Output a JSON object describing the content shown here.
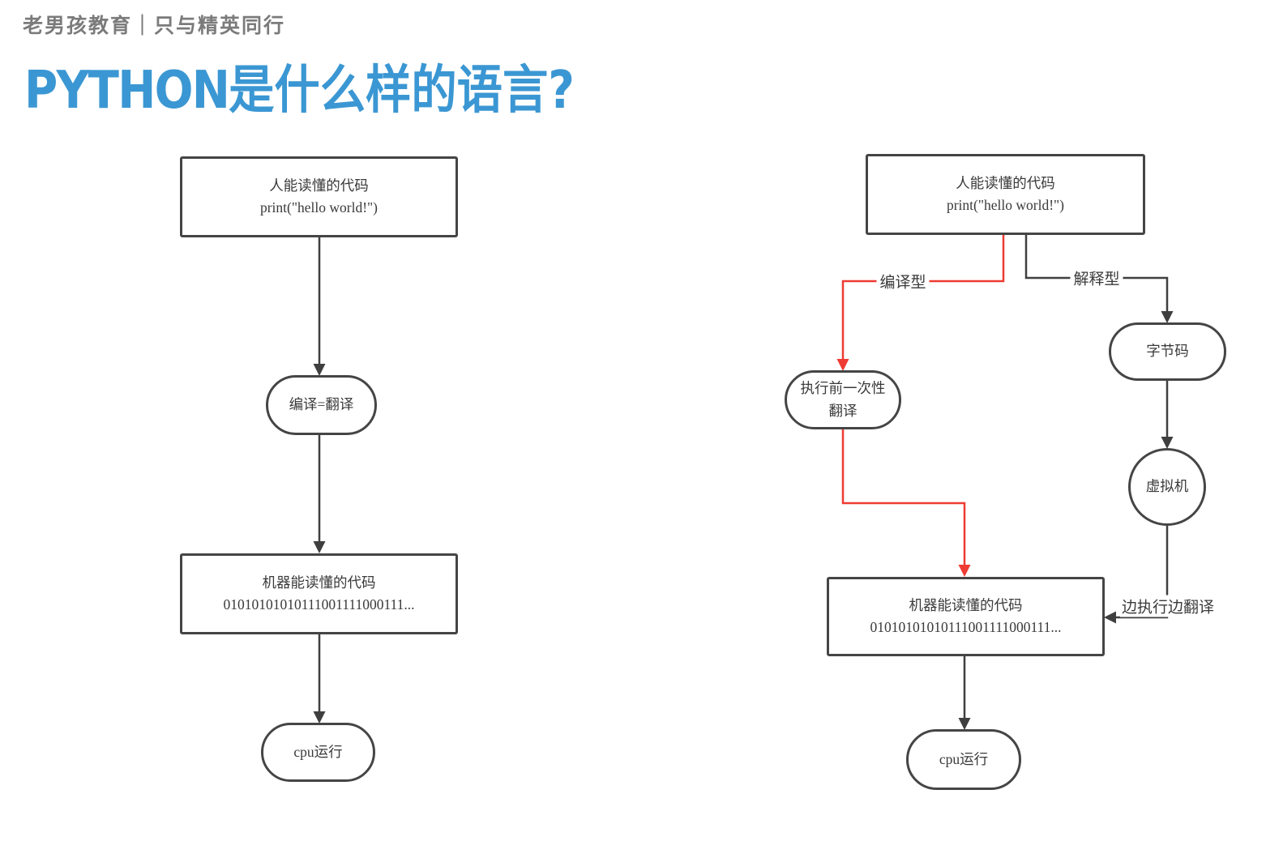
{
  "header": {
    "brand": "老男孩教育｜只与精英同行"
  },
  "title": {
    "latin": "PYTHON",
    "chinese": "是什么样的语言?"
  },
  "colors": {
    "accent_blue": "#3b97d3",
    "line_dark": "#3f3f3f",
    "line_red": "#ee3b33"
  },
  "left_flow": {
    "box_human": {
      "line1": "人能读懂的代码",
      "line2": "print(\"hello world!\")"
    },
    "node_compile": "编译=翻译",
    "box_machine": {
      "line1": "机器能读懂的代码",
      "line2": "01010101010111001111000111..."
    },
    "node_cpu": "cpu运行"
  },
  "right_flow": {
    "box_human": {
      "line1": "人能读懂的代码",
      "line2": "print(\"hello world!\")"
    },
    "label_compiled": "编译型",
    "label_interpreted": "解释型",
    "node_pretranslate": {
      "line1": "执行前一次性",
      "line2": "翻译"
    },
    "node_bytecode": "字节码",
    "node_vm": "虚拟机",
    "label_translate_while_run": "边执行边翻译",
    "box_machine": {
      "line1": "机器能读懂的代码",
      "line2": "01010101010111001111000111..."
    },
    "node_cpu": "cpu运行"
  }
}
